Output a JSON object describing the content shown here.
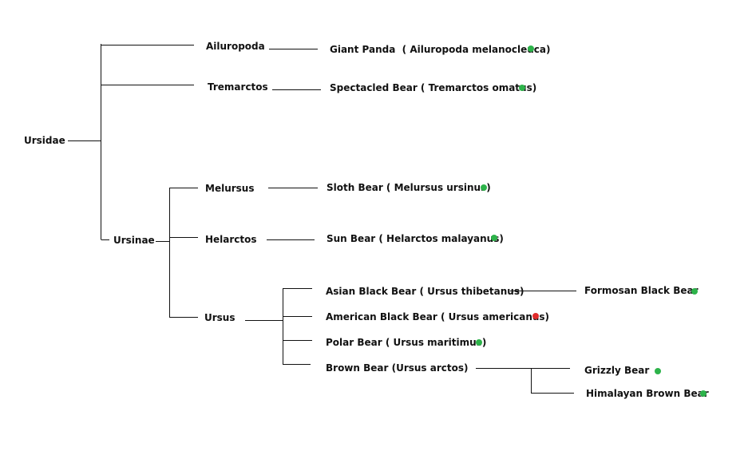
{
  "colors": {
    "line": "#111111",
    "status_green": "#2db34a",
    "status_red": "#e02b2b"
  },
  "tree": {
    "root": "Ursidae",
    "ursinae": "Ursinae",
    "ailuropoda": "Ailuropoda",
    "tremarctos": "Tremarctos",
    "melursus": "Melursus",
    "helarctos": "Helarctos",
    "ursus": "Ursus",
    "giant_panda": "Giant Panda  ( Ailuropoda melanocleuca)",
    "spectacled_bear": "Spectacled Bear ( Tremarctos omatus)",
    "sloth_bear": "Sloth Bear ( Melursus ursinus)",
    "sun_bear": "Sun Bear ( Helarctos malayanus)",
    "asian_black_bear": "Asian Black Bear ( Ursus thibetanus)",
    "american_black_bear": "American Black Bear ( Ursus americanus)",
    "polar_bear": "Polar Bear ( Ursus maritimus)",
    "brown_bear": "Brown Bear (Ursus arctos)",
    "formosan_black_bear": "Formosan Black Bear",
    "grizzly_bear": "Grizzly Bear",
    "himalayan_brown_bear": "Himalayan Brown Bear"
  },
  "status": {
    "giant_panda": "green",
    "spectacled_bear": "green",
    "sloth_bear": "green",
    "sun_bear": "green",
    "american_black_bear": "red",
    "polar_bear": "green",
    "formosan_black_bear": "green",
    "grizzly_bear": "green",
    "himalayan_brown_bear": "green"
  }
}
